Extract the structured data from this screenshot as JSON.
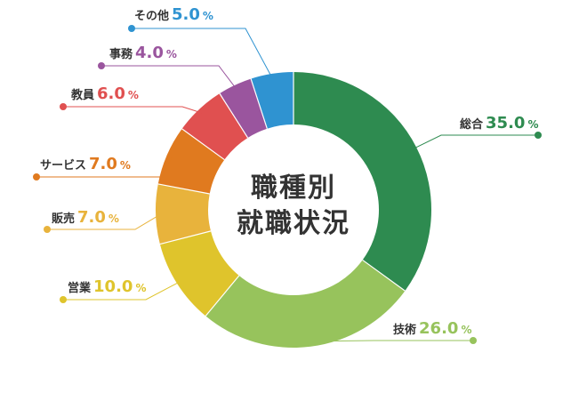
{
  "chart_data": {
    "type": "pie",
    "title_lines": [
      "職種別",
      "就職状況"
    ],
    "unit": "%",
    "slices": [
      {
        "label": "総合",
        "value": 35.0,
        "value_text": "35.0",
        "color": "#2e8b50"
      },
      {
        "label": "技術",
        "value": 26.0,
        "value_text": "26.0",
        "color": "#97c35c"
      },
      {
        "label": "営業",
        "value": 10.0,
        "value_text": "10.0",
        "color": "#dfc42c"
      },
      {
        "label": "販売",
        "value": 7.0,
        "value_text": "7.0",
        "color": "#e8b33c"
      },
      {
        "label": "サービス",
        "value": 7.0,
        "value_text": "7.0",
        "color": "#e07a1f"
      },
      {
        "label": "教員",
        "value": 6.0,
        "value_text": "6.0",
        "color": "#e05050"
      },
      {
        "label": "事務",
        "value": 4.0,
        "value_text": "4.0",
        "color": "#9a559e"
      },
      {
        "label": "その他",
        "value": 5.0,
        "value_text": "5.0",
        "color": "#2f93d1"
      }
    ]
  }
}
